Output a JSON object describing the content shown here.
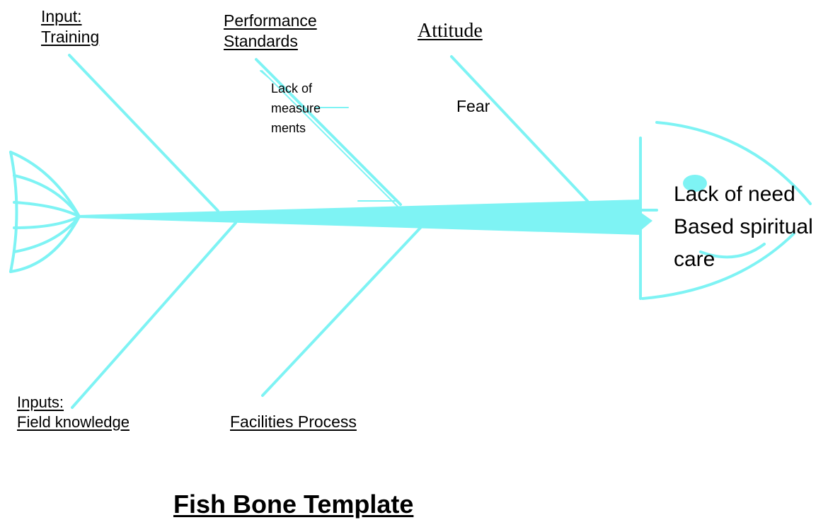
{
  "colors": {
    "bone": "#7ef3f4",
    "text": "#000000",
    "background": "#ffffff"
  },
  "diagram": {
    "categories": {
      "input_training": "Input:\nTraining",
      "performance_standards": "Performance\nStandards",
      "attitude": "Attitude",
      "inputs_field_knowledge": "Inputs:\nField knowledge",
      "facilities_process": "Facilities Process"
    },
    "causes": {
      "lack_of_measurements": "Lack of\nmeasure\nments",
      "fear": "Fear"
    },
    "problem": "Lack of need\nBased spiritual\ncare",
    "title": "Fish Bone Template"
  }
}
